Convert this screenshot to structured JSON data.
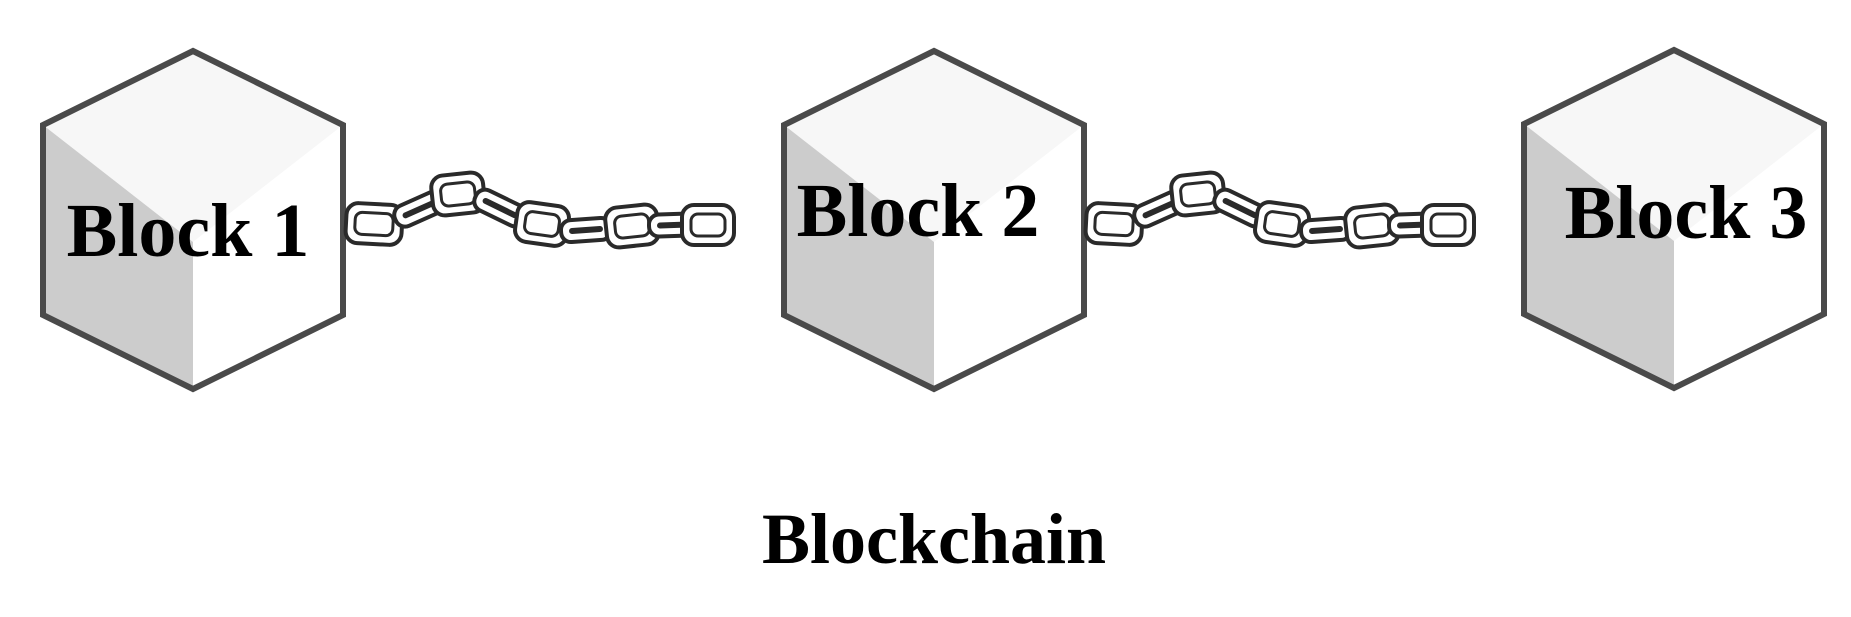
{
  "diagram": {
    "caption": "Blockchain",
    "blocks": [
      {
        "label": "Block 1"
      },
      {
        "label": "Block 2"
      },
      {
        "label": "Block 3"
      }
    ],
    "links": [
      {
        "from": "Block 1",
        "to": "Block 2",
        "icon": "chain-icon"
      },
      {
        "from": "Block 2",
        "to": "Block 3",
        "icon": "chain-icon"
      }
    ]
  },
  "colors": {
    "outline": "#4a4a4a",
    "cube_top": "#f7f7f7",
    "cube_left": "#cccccc",
    "cube_right": "#ffffff",
    "chain_stroke": "#2a2a2a",
    "chain_fill": "#ffffff",
    "text": "#000000"
  }
}
